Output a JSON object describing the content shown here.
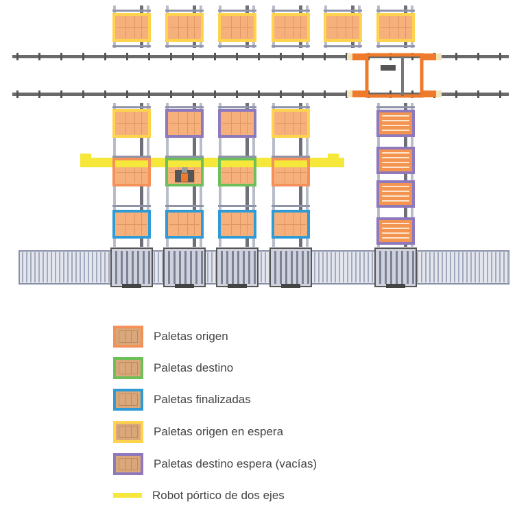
{
  "colors": {
    "origen": "#f4915a",
    "destino": "#6cbf59",
    "finalizada": "#2f9bd6",
    "origen_espera": "#ffd34d",
    "destino_espera": "#8e79bd",
    "robot": "#f5e83a",
    "gantry": "#f07a2b",
    "rail": "#6a6a6a",
    "frame": "#b9bdc9",
    "pallet_fill": "#f6b07c"
  },
  "layout_state": {
    "top_row": [
      "origen_espera",
      "origen_espera",
      "origen_espera",
      "origen_espera",
      "origen_espera",
      "origen_espera"
    ],
    "lower_columns": [
      [
        "origen_espera",
        "origen",
        "finalizada"
      ],
      [
        "destino_espera",
        "destino",
        "finalizada"
      ],
      [
        "destino_espera",
        "destino",
        "finalizada"
      ],
      [
        "origen_espera",
        "origen",
        "finalizada"
      ]
    ],
    "empty_column": [
      "destino_espera",
      "destino_espera",
      "destino_espera",
      "destino_espera"
    ]
  },
  "legend": [
    {
      "key": "origen",
      "label": "Paletas origen"
    },
    {
      "key": "destino",
      "label": "Paletas destino"
    },
    {
      "key": "finalizada",
      "label": "Paletas finalizadas"
    },
    {
      "key": "origen_espera",
      "label": "Paletas origen en espera"
    },
    {
      "key": "destino_espera",
      "label": "Paletas destino espera (vacías)"
    },
    {
      "key": "robot",
      "label": "Robot pórtico de dos ejes",
      "type": "line"
    }
  ]
}
